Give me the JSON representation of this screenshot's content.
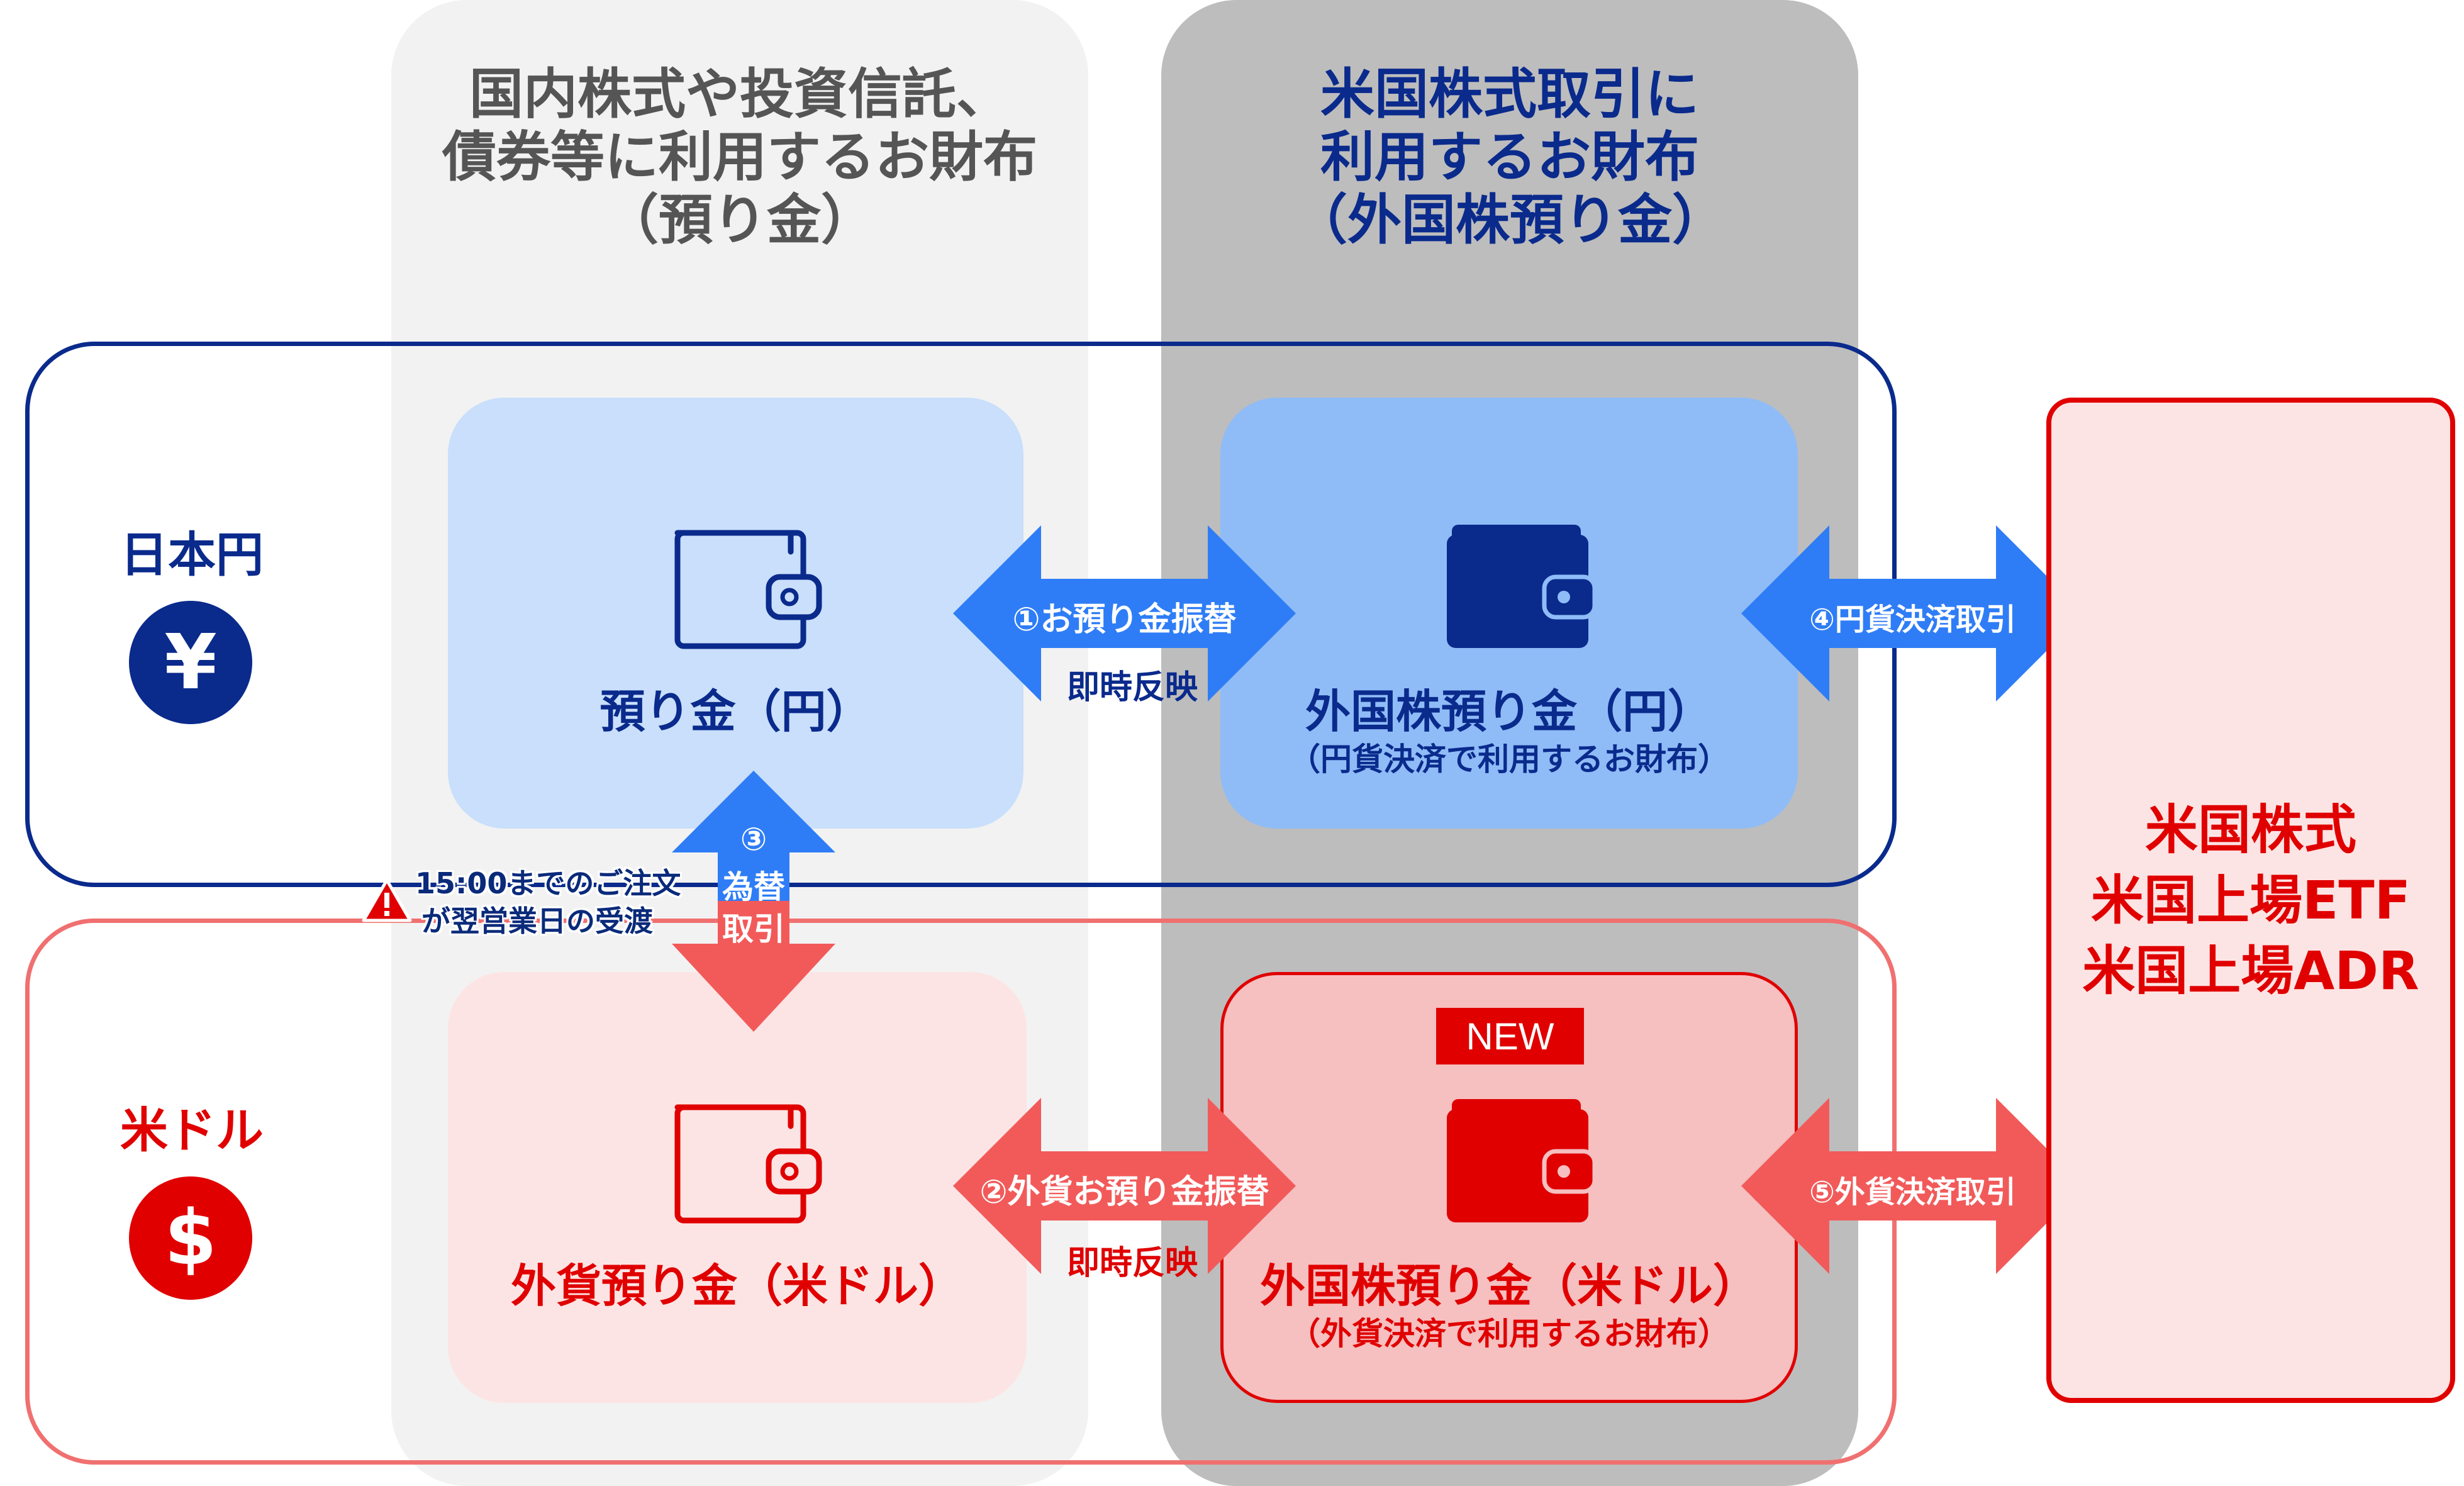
{
  "columns": {
    "left": {
      "title_lines": [
        "国内株式や投資信託、",
        "債券等に利用するお財布",
        "（預り金）"
      ]
    },
    "right": {
      "title_lines": [
        "米国株式取引に",
        "利用するお財布",
        "（外国株預り金）"
      ]
    }
  },
  "rows": {
    "yen": {
      "label": "日本円",
      "symbol": "¥"
    },
    "usd": {
      "label": "米ドル",
      "symbol": "$"
    }
  },
  "cards": {
    "yen_deposit": {
      "label": "預り金（円）"
    },
    "foreign_yen": {
      "label": "外国株預り金（円）",
      "sublabel": "（円貨決済で利用するお財布）"
    },
    "usd_deposit": {
      "label": "外貨預り金（米ドル）"
    },
    "foreign_usd": {
      "label": "外国株預り金（米ドル）",
      "sublabel": "（外貨決済で利用するお財布）",
      "badge": "NEW"
    }
  },
  "arrows": {
    "transfer_yen": {
      "label": "①お預り金振替",
      "note": "即時反映"
    },
    "transfer_usd": {
      "label": "②外貨お預り金振替",
      "note": "即時反映"
    },
    "fx": {
      "number": "③",
      "line1": "為替",
      "line2": "取引"
    },
    "settle_yen": {
      "label": "④円貨決済取引"
    },
    "settle_usd": {
      "label": "⑤外貨決済取引"
    }
  },
  "notice": {
    "line1": "15:00までのご注文",
    "line2": "が翌営業日の受渡"
  },
  "market": {
    "lines": [
      "米国株式",
      "米国上場ETF",
      "米国上場ADR"
    ]
  },
  "colors": {
    "navy": "#0a2a8c",
    "red": "#e00000",
    "arrow_blue": "#2f7df6",
    "arrow_red": "#f25a5a",
    "light_blue_card": "#c9dffb",
    "mid_blue_card": "#8fbcf7",
    "light_red_card": "#fde4e4",
    "pink_card": "#f6bfc0",
    "left_column_bg": "#f2f2f2",
    "right_column_bg": "#bdbdbd"
  },
  "icons": [
    "wallet-outline-icon",
    "wallet-filled-icon",
    "yen-icon",
    "dollar-icon",
    "warning-icon"
  ]
}
